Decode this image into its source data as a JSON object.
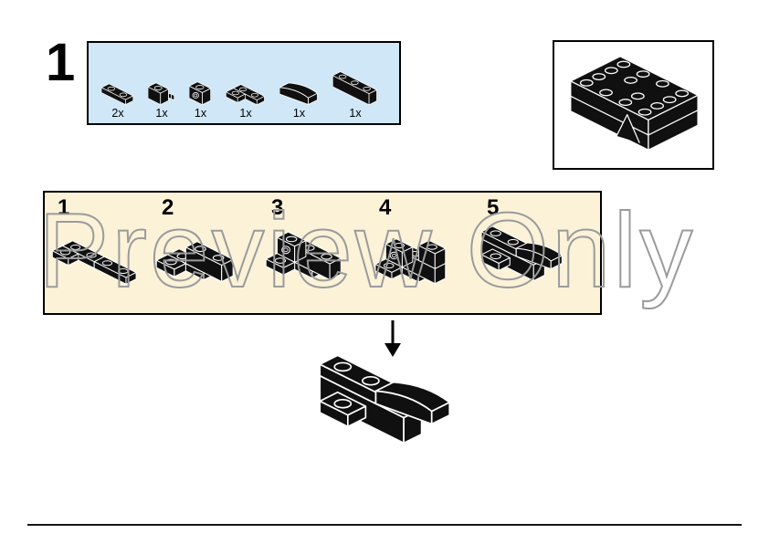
{
  "page": {
    "step_number": "1",
    "watermark": "Preview Only"
  },
  "parts_box": {
    "parts": [
      {
        "qty": "2x",
        "name": "plate-1x2"
      },
      {
        "qty": "1x",
        "name": "brick-1x1-clip"
      },
      {
        "qty": "1x",
        "name": "brick-1x1-side-stud"
      },
      {
        "qty": "1x",
        "name": "corner-plate"
      },
      {
        "qty": "1x",
        "name": "slope-curved-1x2"
      },
      {
        "qty": "1x",
        "name": "brick-1x3"
      }
    ],
    "background_color": "#cfe7f7"
  },
  "substeps": {
    "labels": [
      "1",
      "2",
      "3",
      "4",
      "5"
    ],
    "background_color": "#fbf2d8"
  },
  "colors": {
    "brick": "#101010",
    "brick_line": "#ffffff",
    "watermark": "#9b9b9b"
  }
}
